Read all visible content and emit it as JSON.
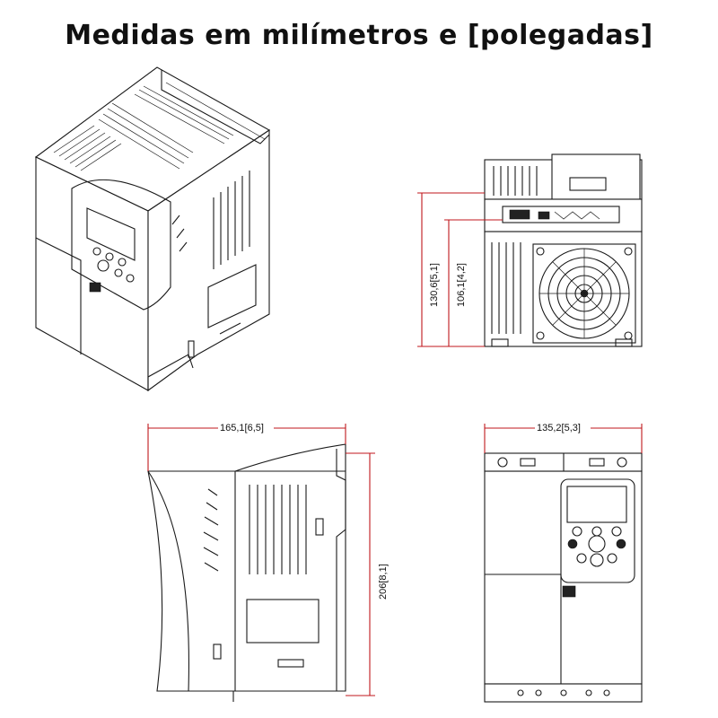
{
  "title": "Medidas em milímetros e [polegadas]",
  "dimensions": {
    "top_total": "130,6[5,1]",
    "top_inner": "106,1[4,2]",
    "side_width": "165,1[6,5]",
    "height": "206[8,1]",
    "front_width": "135,2[5,3]"
  },
  "colors": {
    "dimension_line": "#c0171c",
    "drawing_line": "#1a1a1a"
  }
}
